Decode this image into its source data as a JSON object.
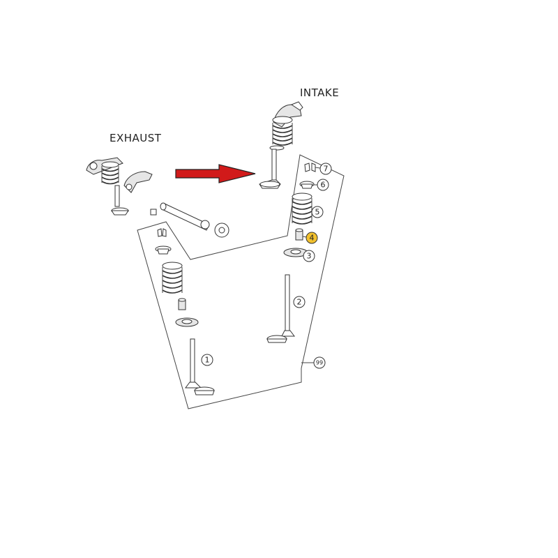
{
  "labels": {
    "intake": "INTAKE",
    "exhaust": "EXHAUST"
  },
  "callouts": [
    {
      "number": "1",
      "highlight": false
    },
    {
      "number": "2",
      "highlight": false
    },
    {
      "number": "3",
      "highlight": false
    },
    {
      "number": "4",
      "highlight": true
    },
    {
      "number": "5",
      "highlight": false
    },
    {
      "number": "6",
      "highlight": false
    },
    {
      "number": "7",
      "highlight": false
    },
    {
      "number": "99",
      "highlight": false
    }
  ],
  "colors": {
    "arrow": "#d11a1a",
    "highlight": "#f2c12e",
    "line": "#333333"
  },
  "icons": {
    "arrow": "red-right-arrow",
    "assembly": "valve-train-assembly"
  }
}
